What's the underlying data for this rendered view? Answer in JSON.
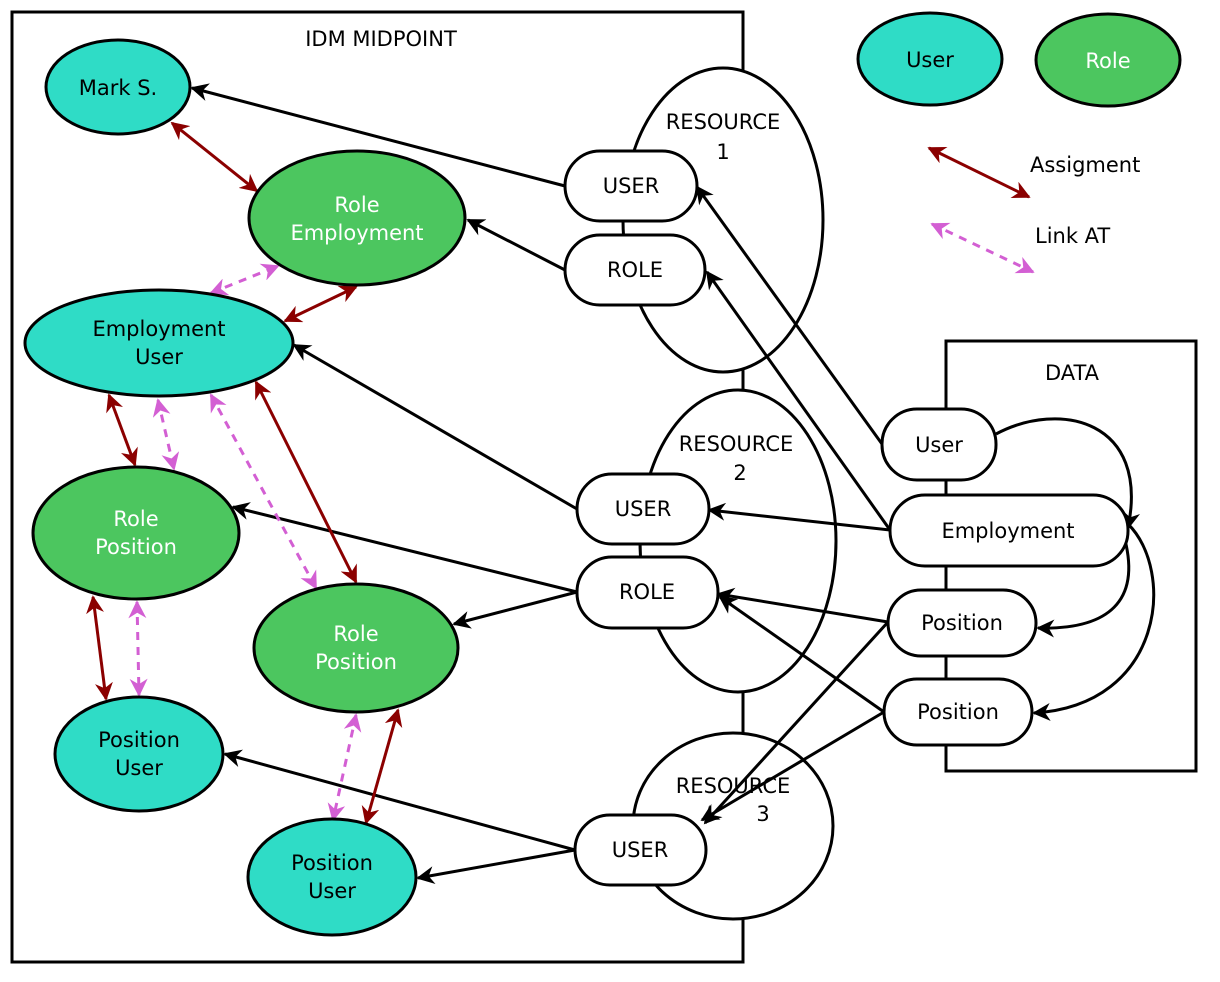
{
  "colors": {
    "user": "#2fdcc6",
    "role": "#4cc65f",
    "assignment": "#8b0000",
    "link_at": "#d35fd3",
    "link": "#000000"
  },
  "containers": {
    "idm": "IDM MIDPOINT",
    "data": "DATA"
  },
  "resources": [
    {
      "line1": "RESOURCE",
      "line2": "1"
    },
    {
      "line1": "RESOURCE",
      "line2": "2"
    },
    {
      "line1": "RESOURCE",
      "line2": "3"
    }
  ],
  "legend": {
    "user": "User",
    "role": "Role",
    "assignment": "Assigment",
    "link_at": "Link AT"
  },
  "nodes": {
    "mark": [
      "Mark S."
    ],
    "role_employment": [
      "Role",
      "Employment"
    ],
    "employment_user": [
      "Employment",
      "User"
    ],
    "role_position_1": [
      "Role",
      "Position"
    ],
    "role_position_2": [
      "Role",
      "Position"
    ],
    "position_user_1": [
      "Position",
      "User"
    ],
    "position_user_2": [
      "Position",
      "User"
    ]
  },
  "ports": {
    "r1_user": "USER",
    "r1_role": "ROLE",
    "r2_user": "USER",
    "r2_role": "ROLE",
    "r3_user": "USER"
  },
  "data_items": {
    "user": "User",
    "employment": "Employment",
    "position_1": "Position",
    "position_2": "Position"
  }
}
